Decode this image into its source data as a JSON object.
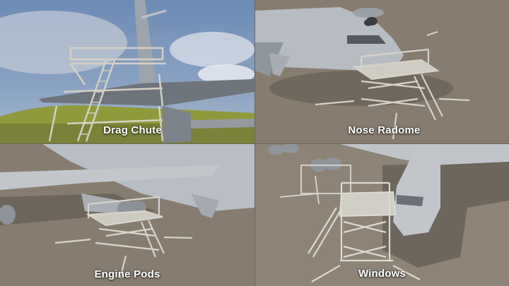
{
  "layout": {
    "rows": 2,
    "columns": 2
  },
  "panels": [
    {
      "caption": "Drag Chute",
      "scene": "maintenance stand at aircraft tail, sky background"
    },
    {
      "caption": "Nose Radome",
      "scene": "scissor-lift stand at aircraft nose"
    },
    {
      "caption": "Engine Pods",
      "scene": "scissor-lift stand under wing engine pods"
    },
    {
      "caption": "Windows",
      "scene": "stand beside cockpit windows"
    }
  ],
  "colors": {
    "caption_text": "#ffffff",
    "sky": "#4d79ad",
    "tarmac": "#8a8073",
    "aircraft": "#b9bdc2",
    "stand": "#d8d6cf",
    "grass": "#9aa04a"
  }
}
